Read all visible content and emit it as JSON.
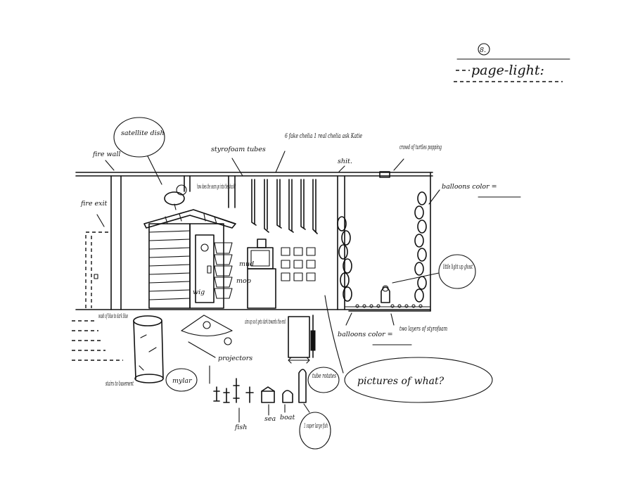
{
  "page": {
    "number": "8.",
    "title": "page-light:"
  },
  "labels": {
    "satellite_dish": "satellite dish",
    "fire_wall": "fire wall",
    "fire_exit": "fire exit",
    "how_does_seam": "how does the seam go into the shack?",
    "styrofoam_tubes": "styrofoam tubes",
    "fake_chelias": "6 fake chelia 1 real chelia ask Katie",
    "shit": "shit.",
    "crowd_of_turtles": "crowd of turtles popping",
    "balloons_color_top": "balloons color =",
    "little_light_up_ghost": "little light up ghost",
    "balloons_color_bottom": "balloons color =",
    "two_layers_styrofoam": "two layers of styrofoam",
    "wash_of_blue": "wash of blue to dark blue",
    "stairs_to_basement": "stairs to basement",
    "mylar": "mylar",
    "projectors": "projectors",
    "aim_up": "aim up so it gets dark towards the end",
    "tube_rotates": "tube rotates",
    "pictures_of_what": "pictures of what?",
    "fish": "fish",
    "sea": "sea",
    "boat": "boat",
    "super_large_fish": "1 super large fish",
    "wig": "wig",
    "mud": "mud",
    "mop": "mop"
  },
  "icons": [
    "satellite-dish-icon",
    "shack-icon",
    "tv-monitor-icon",
    "ghost-icon",
    "balloon-icon",
    "projector-icon",
    "tube-icon",
    "fish-figure-icon"
  ]
}
